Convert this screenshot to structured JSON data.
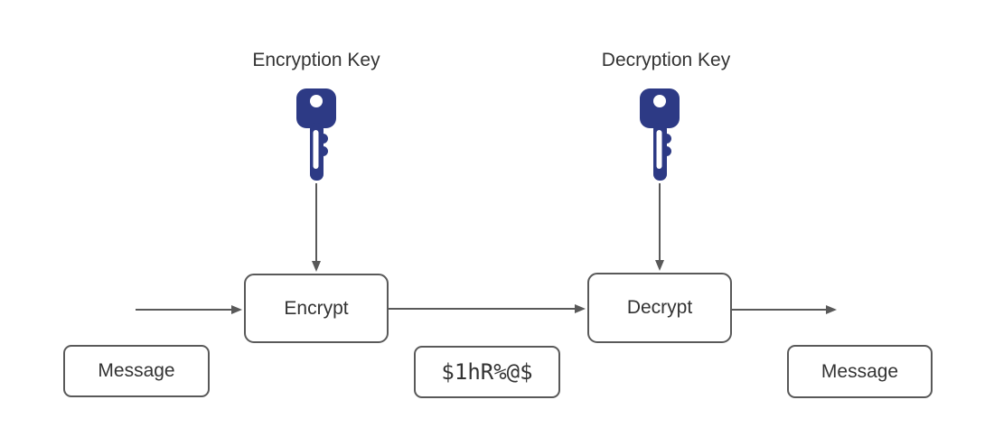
{
  "colors": {
    "background": "#ffffff",
    "connector": "#595959",
    "node_border": "#595959",
    "node_fill": "#ffffff",
    "text": "#333333",
    "key_blue": "#2d3a85"
  },
  "key_labels": {
    "encryption": "Encryption Key",
    "decryption": "Decryption Key"
  },
  "nodes": {
    "encrypt": {
      "label": "Encrypt"
    },
    "decrypt": {
      "label": "Decrypt"
    },
    "message_input": {
      "label": "Message"
    },
    "ciphertext": {
      "label": "$1hR%@$"
    },
    "message_output": {
      "label": "Message"
    }
  },
  "icons": {
    "encryption_key": "key-icon",
    "decryption_key": "key-icon"
  }
}
